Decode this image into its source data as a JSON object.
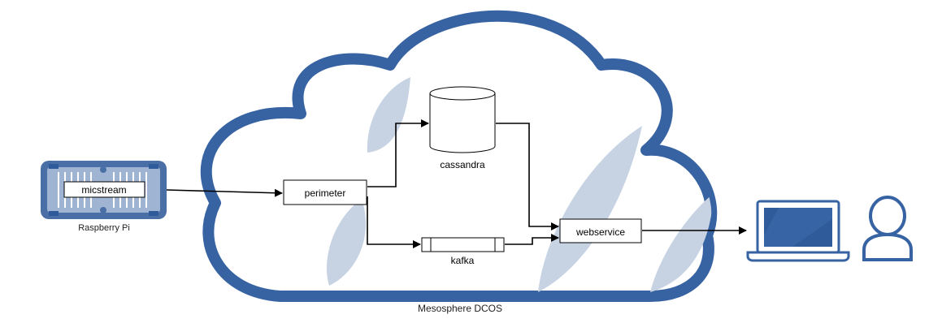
{
  "colors": {
    "cloud_stroke": "#3763a3",
    "cloud_fill": "#ffffff",
    "shade": "#c7d3e3",
    "device_body": "#4a6ea6",
    "device_light": "#9fb3d3",
    "laptop_screen": "#2f5b9a",
    "node_stroke": "#000000",
    "arrow": "#000000",
    "user_stroke": "#3763a3"
  },
  "cloud": {
    "label": "Mesosphere DCOS"
  },
  "device": {
    "name": "Raspberry Pi",
    "process_label": "micstream",
    "icon": "server-rack-icon"
  },
  "nodes": {
    "perimeter": "perimeter",
    "cassandra": "cassandra",
    "kafka": "kafka",
    "webservice": "webservice"
  },
  "client": {
    "laptop_icon": "laptop-icon",
    "user_icon": "user-icon"
  },
  "edges": [
    {
      "from": "micstream",
      "to": "perimeter"
    },
    {
      "from": "perimeter",
      "to": "cassandra"
    },
    {
      "from": "perimeter",
      "to": "kafka"
    },
    {
      "from": "cassandra",
      "to": "webservice"
    },
    {
      "from": "kafka",
      "to": "webservice"
    },
    {
      "from": "webservice",
      "to": "laptop"
    }
  ]
}
